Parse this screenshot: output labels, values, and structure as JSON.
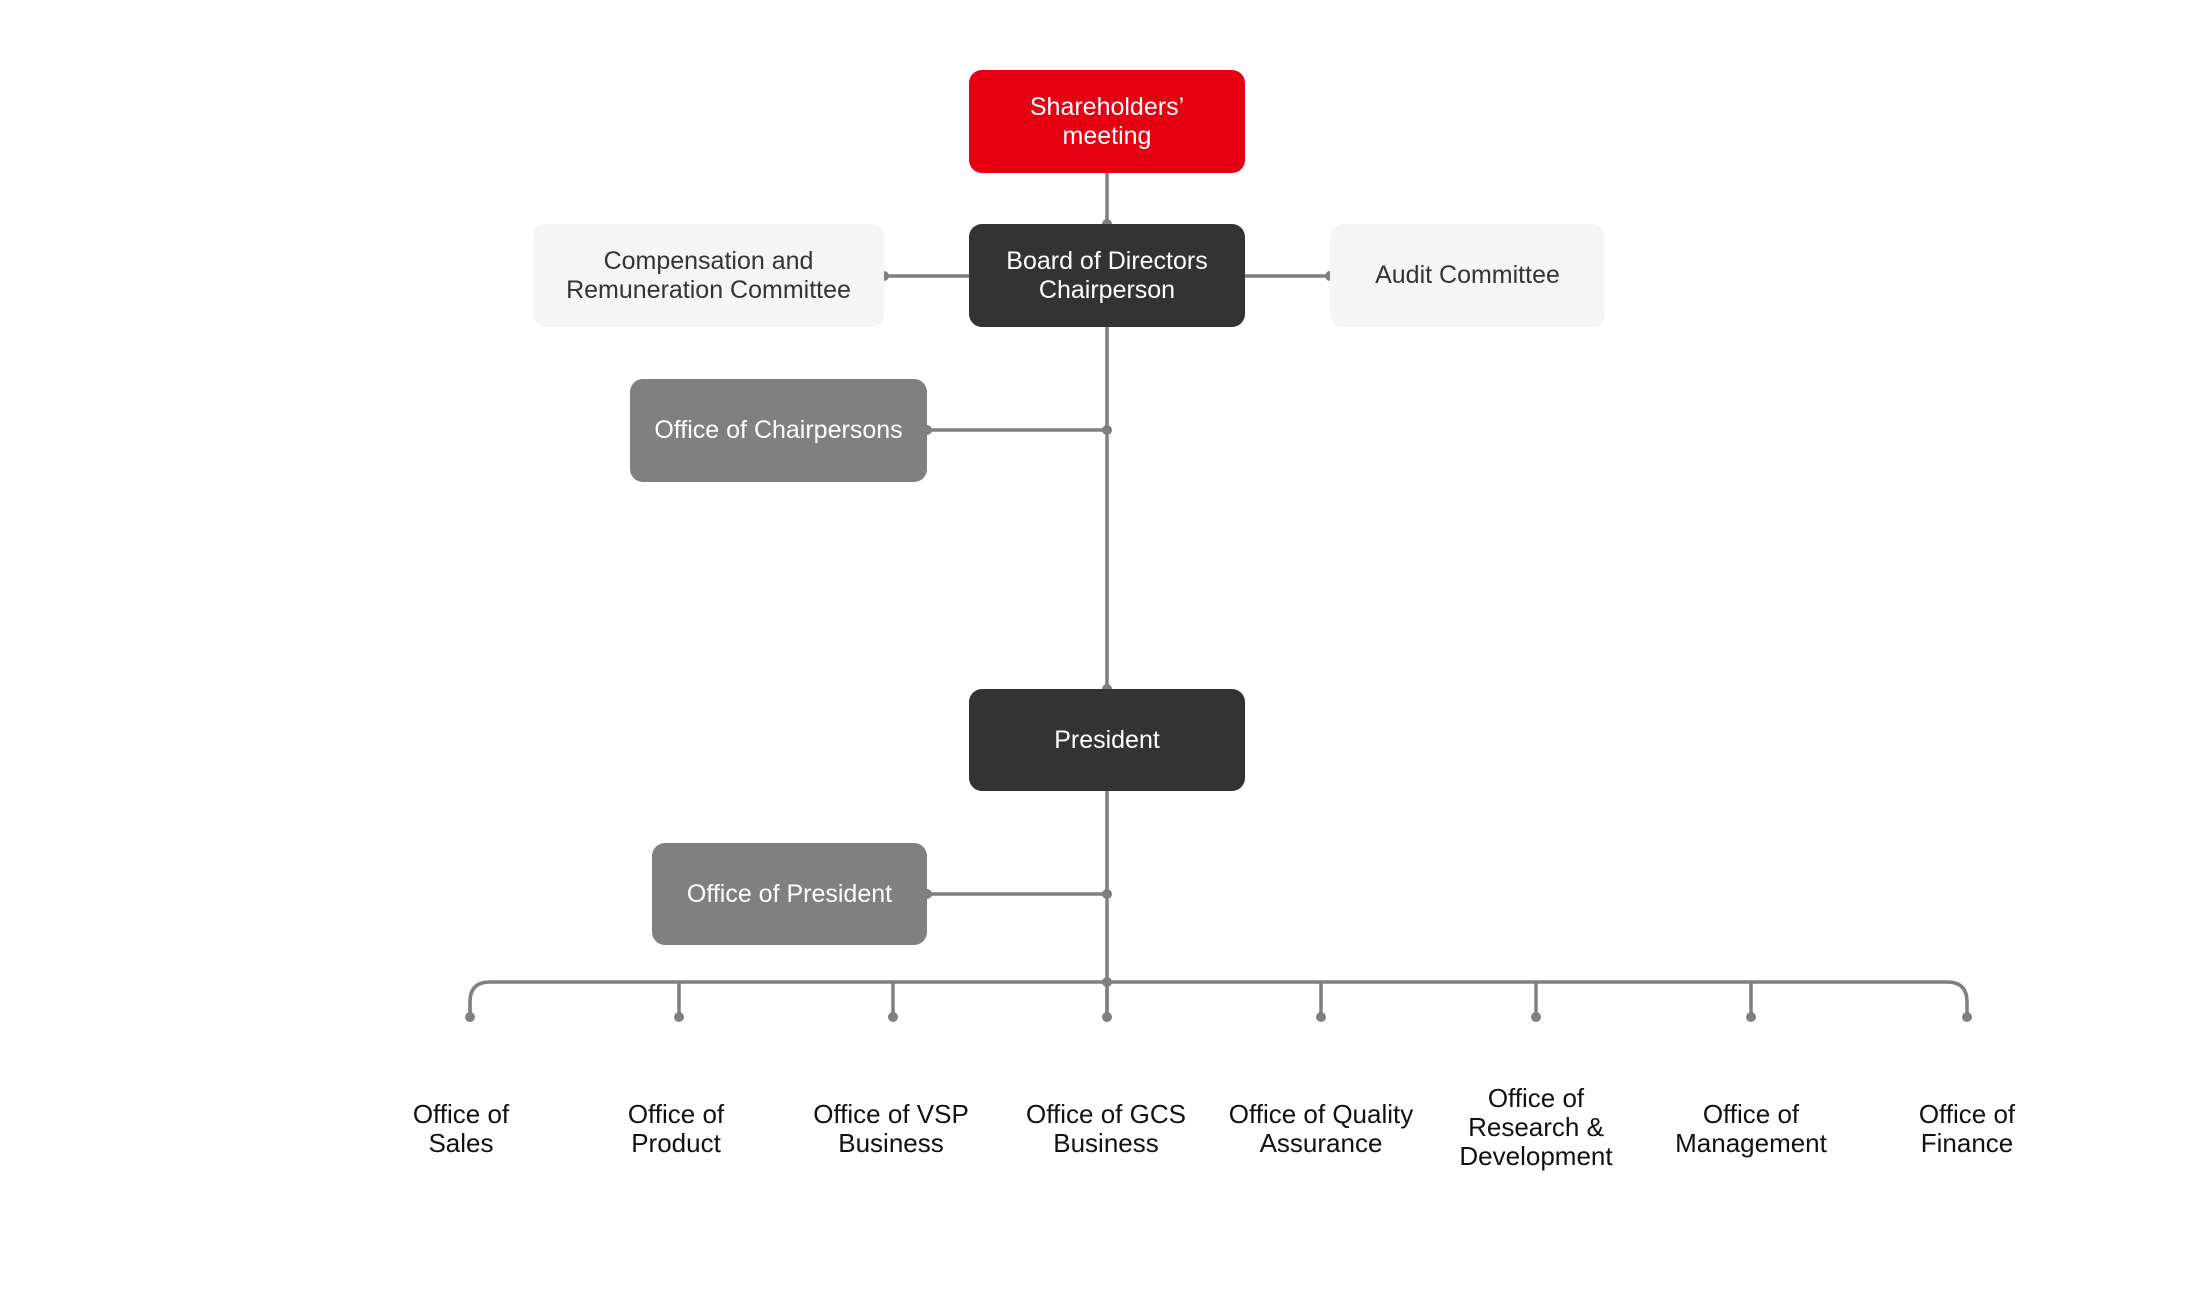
{
  "org_chart": {
    "shareholders_meeting": "Shareholders’\nmeeting",
    "board_of_directors": "Board of Directors\nChairperson",
    "compensation_committee": "Compensation and\nRemuneration Committee",
    "audit_committee": "Audit Committee",
    "office_of_chairpersons": "Office of Chairpersons",
    "president": "President",
    "office_of_president": "Office of President",
    "offices": [
      {
        "label": "Office of\nSales"
      },
      {
        "label": "Office of\nProduct"
      },
      {
        "label": "Office of VSP\nBusiness"
      },
      {
        "label": "Office of GCS\nBusiness"
      },
      {
        "label": "Office of Quality\nAssurance"
      },
      {
        "label": "Office of\nResearch &\nDevelopment"
      },
      {
        "label": "Office of\nManagement"
      },
      {
        "label": "Office of\nFinance"
      }
    ]
  },
  "colors": {
    "accent_red": "#e60012",
    "dark_box": "#333333",
    "gray_box": "#808080",
    "light_box": "#f5f5f5",
    "connector": "#7f7f7f"
  }
}
